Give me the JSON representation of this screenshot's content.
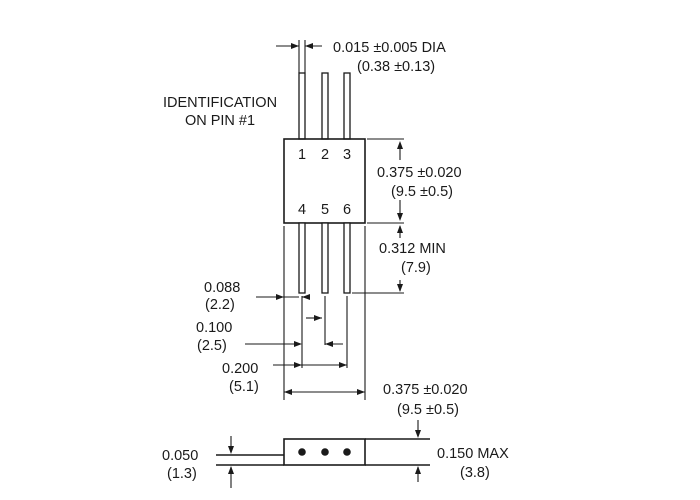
{
  "top_view": {
    "label_identification_line1": "IDENTIFICATION",
    "label_identification_line2": "ON PIN #1",
    "pin_numbers_top": [
      "1",
      "2",
      "3"
    ],
    "pin_numbers_bottom": [
      "4",
      "5",
      "6"
    ]
  },
  "dimensions": {
    "pin_diameter": {
      "inch": "0.015 ±0.005 DIA",
      "mm": "(0.38 ±0.13)"
    },
    "body_height": {
      "inch": "0.375 ±0.020",
      "mm": "(9.5 ±0.5)"
    },
    "lead_length": {
      "inch": "0.312 MIN",
      "mm": "(7.9)"
    },
    "edge_to_pin": {
      "inch": "0.088",
      "mm": "(2.2)"
    },
    "pin_pitch": {
      "inch": "0.100",
      "mm": "(2.5)"
    },
    "pin_span": {
      "inch": "0.200",
      "mm": "(5.1)"
    },
    "body_width": {
      "inch": "0.375 ±0.020",
      "mm": "(9.5 ±0.5)"
    },
    "standoff": {
      "inch": "0.050",
      "mm": "(1.3)"
    },
    "side_height": {
      "inch": "0.150 MAX",
      "mm": "(3.8)"
    }
  }
}
